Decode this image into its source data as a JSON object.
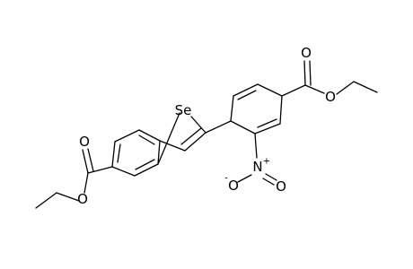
{
  "structure": {
    "atoms": [
      {
        "id": "se",
        "text": "Se"
      },
      {
        "id": "o_left_carbonyl",
        "text": "O"
      },
      {
        "id": "o_left_ester",
        "text": "O"
      },
      {
        "id": "o_right_carbonyl",
        "text": "O"
      },
      {
        "id": "o_right_ester",
        "text": "O"
      },
      {
        "id": "n_nitro",
        "text": "N",
        "charge": "+"
      },
      {
        "id": "o_nitro_minus",
        "text": "O",
        "charge": "-"
      },
      {
        "id": "o_nitro_double",
        "text": "O"
      }
    ]
  }
}
